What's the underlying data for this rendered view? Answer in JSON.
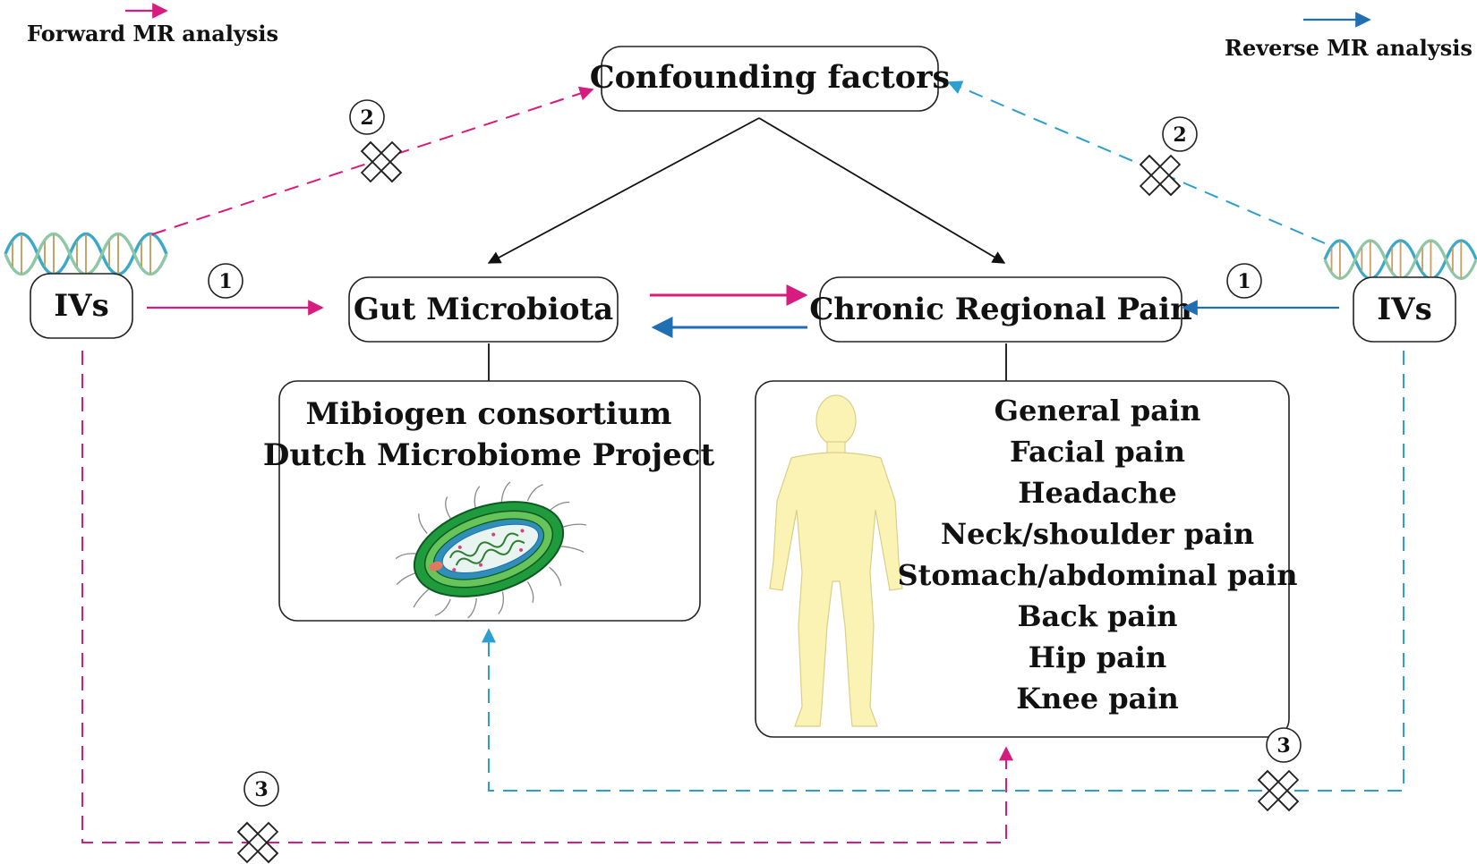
{
  "legend": {
    "forward": "Forward MR analysis",
    "reverse": "Reverse MR analysis"
  },
  "nodes": {
    "confounders": "Confounding factors",
    "ivs_left": "IVs",
    "ivs_right": "IVs",
    "gut_microbiota": "Gut Microbiota",
    "chronic_regional_pain": "Chronic Regional Pain"
  },
  "microbiota_sources": [
    "Mibiogen consortium",
    "Dutch Microbiome Project"
  ],
  "pain_sites": [
    "General pain",
    "Facial pain",
    "Headache",
    "Neck/shoulder pain",
    "Stomach/abdominal pain",
    "Back pain",
    "Hip pain",
    "Knee pain"
  ],
  "assumption_badges": {
    "one": "1",
    "two": "2",
    "three": "3"
  },
  "colors": {
    "forward": "#d81b7e",
    "reverse_solid": "#1f6fb2",
    "reverse_dashed": "#2b9fd0",
    "body": "#fbf3b4",
    "bacteria": "#1f9a3c"
  },
  "icons": {
    "dna": "dna-helix-icon",
    "bacterium": "bacterium-icon",
    "human": "human-silhouette-icon",
    "violation": "cross-icon"
  }
}
